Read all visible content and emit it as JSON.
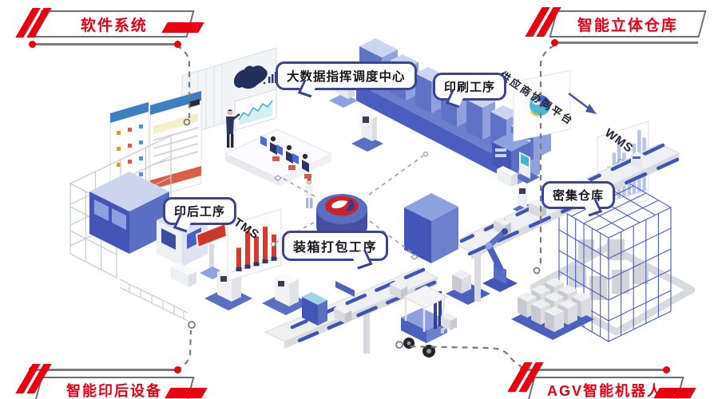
{
  "banners": {
    "top_left": {
      "label": "软件系统"
    },
    "top_right": {
      "label": "智能立体仓库"
    },
    "bottom_left": {
      "label": "智能印后设备"
    },
    "bottom_right": {
      "label": "AGV智能机器人"
    }
  },
  "callouts": {
    "command_center": {
      "label": "大数据指挥调度中心"
    },
    "printing": {
      "label": "印刷工序"
    },
    "dense_warehouse": {
      "label": "密集仓库"
    },
    "post_press": {
      "label": "印后工序"
    },
    "packing": {
      "label": "装箱打包工序"
    }
  },
  "system_labels": {
    "supplier_platform": {
      "label": "供应商协同平台"
    },
    "wms": {
      "label": "WMS"
    },
    "tms": {
      "label": "TMS"
    }
  },
  "colors": {
    "accent_red": "#e60012",
    "callout_border": "#39458f",
    "machine_blue": "#4c60bd",
    "machine_blue_light": "#8fa0de",
    "line_gray": "#7a7a7e",
    "teal": "#3fb6c9"
  },
  "mini_charts": {
    "tms_bars": [
      55,
      90,
      70,
      88,
      62
    ],
    "wms_bars": [
      30,
      46,
      62,
      78,
      58,
      48,
      66,
      82,
      70
    ]
  }
}
